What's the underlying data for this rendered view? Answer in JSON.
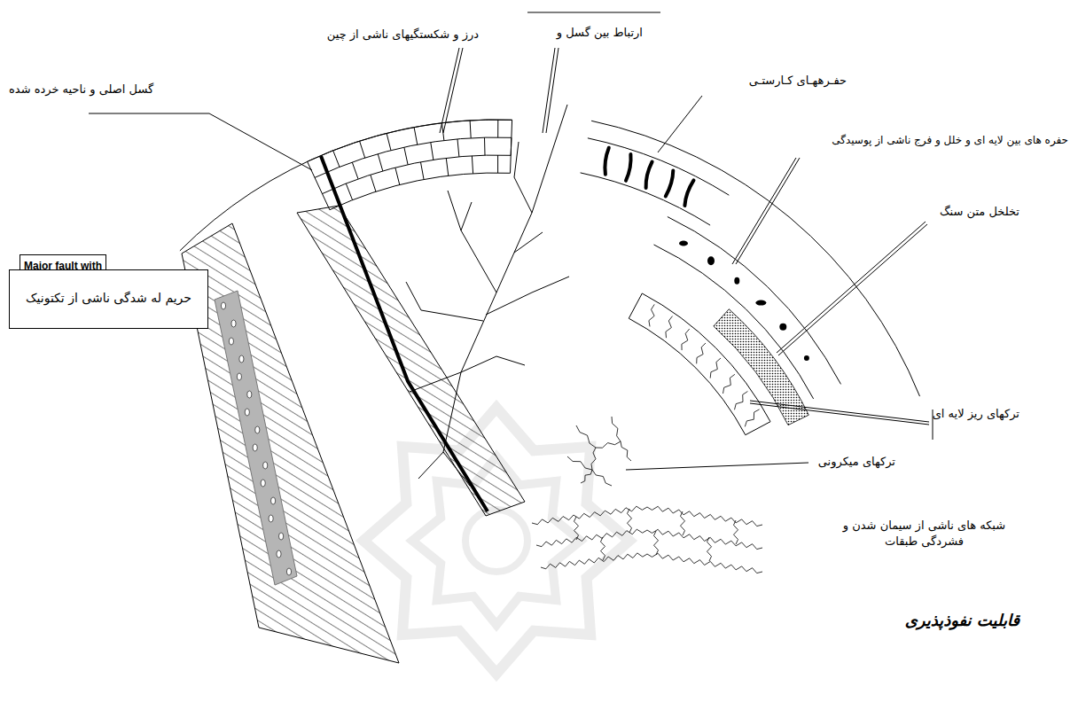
{
  "diagram": {
    "nodes": [
      {
        "text": [
          "Major fault with"
        ]
      },
      {
        "text": [
          "حریم له شدگی ناشی از تکتونیک"
        ]
      }
    ],
    "labels": [
      "درز و شکستگیهای ناشی از چین",
      "ارتباط بین گسل و",
      "حفـرههـای کـارستـی",
      "گسل اصلی و ناحیه خرده شده",
      "حفره های بین لایه ای و خلل و فرج ناشی از پوسیدگی",
      "تخلخل متن سنگ",
      "ترکهای ریز لایه ای",
      "ترکهای میکرونی",
      "شبکه های ناشی از سیمان شدن و فشردگی طبقات",
      "قابلیت نفوذپذیری"
    ]
  }
}
